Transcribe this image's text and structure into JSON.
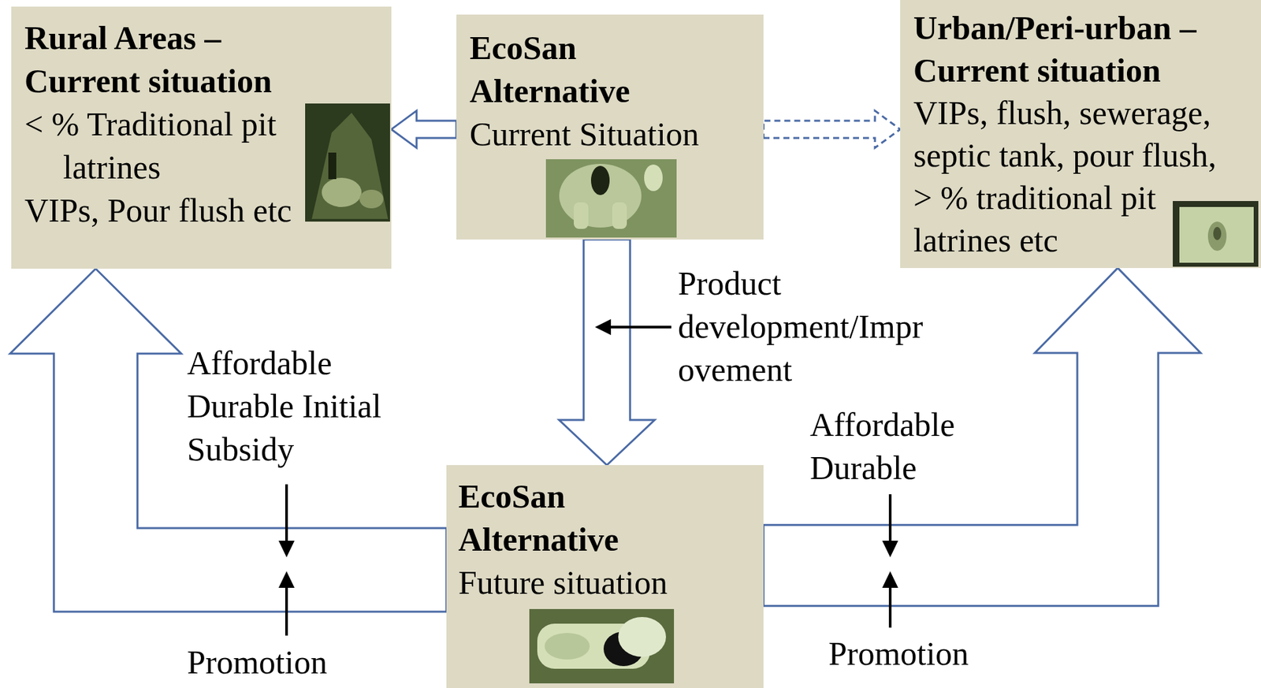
{
  "diagram": {
    "nodes": [
      {
        "text": [
          "Rural Areas – Current situation",
          "< % Traditional pit latrines",
          "VIPs, Pour flush etc"
        ]
      },
      {
        "text": [
          "EcoSan Alternative",
          "Current Situation"
        ]
      },
      {
        "text": [
          "Urban/Peri-urban – Current situation",
          "VIPs, flush, sewerage, septic tank, pour flush, > % traditional pit latrines etc"
        ]
      },
      {
        "text": [
          "EcoSan Alternative",
          "Future situation"
        ]
      }
    ],
    "edges": [
      {
        "from": 1,
        "to": 0,
        "arrow": "to"
      },
      {
        "from": 1,
        "to": 2,
        "arrow": "to"
      },
      {
        "from": 1,
        "to": 3,
        "arrow": "to",
        "label": "Product development/Improvement"
      },
      {
        "from": 3,
        "to": 0,
        "arrow": "to",
        "label": "Affordable Durable Initial Subsidy"
      },
      {
        "from": 3,
        "to": 2,
        "arrow": "to",
        "label": "Affordable Durable"
      }
    ],
    "labels": [
      "Promotion",
      "Promotion"
    ]
  }
}
